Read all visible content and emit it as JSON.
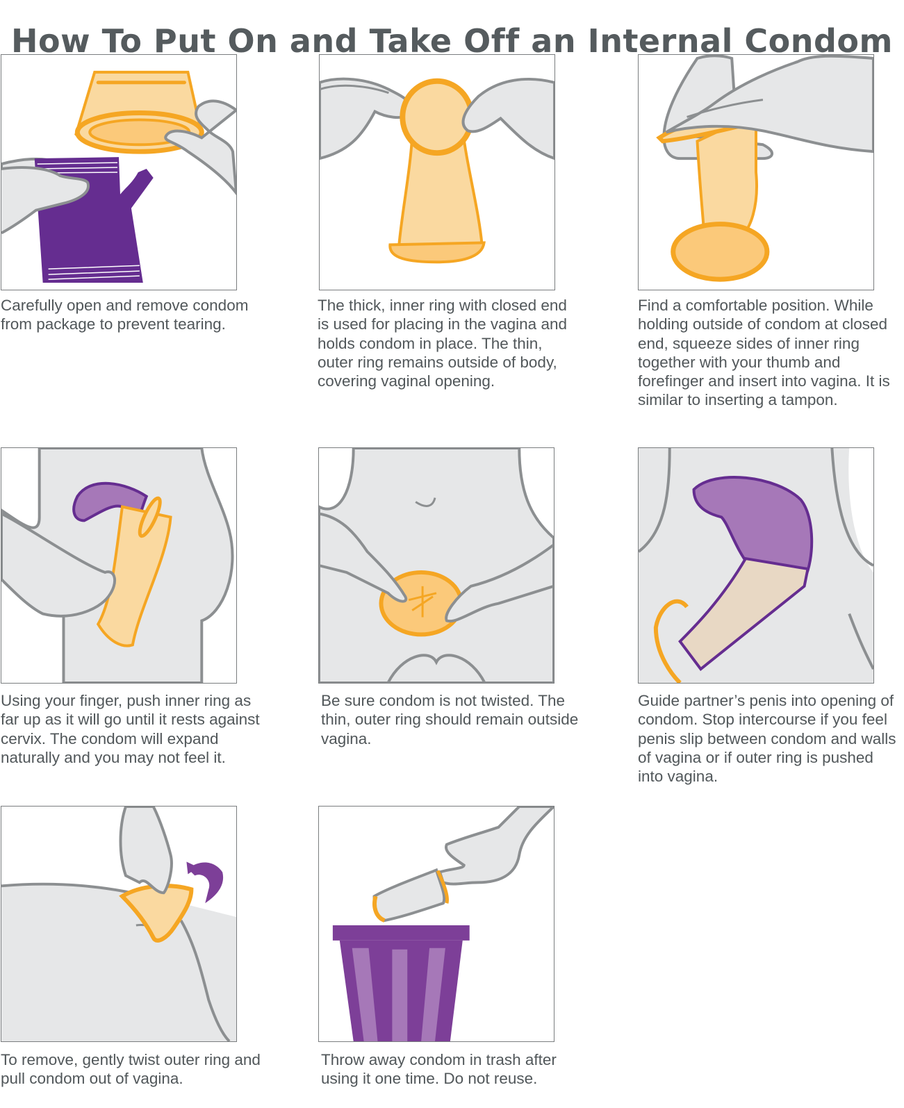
{
  "title": "How To Put On and Take Off an Internal Condom",
  "colors": {
    "title_text": "#555b5e",
    "caption_text": "#51575a",
    "panel_border": "#7a7d7f",
    "skin_fill": "#e6e7e8",
    "skin_stroke": "#8c8f91",
    "condom_orange": "#f5a623",
    "condom_fill": "#fad9a0",
    "purple_dark": "#652d90",
    "purple_mid": "#7d3f98",
    "purple_light": "#a678b8"
  },
  "steps": [
    {
      "id": 1,
      "illustration": "open-package-illustration",
      "caption": "Carefully open and remove condom from package to prevent tearing."
    },
    {
      "id": 2,
      "illustration": "inner-ring-illustration",
      "caption": "The thick, inner ring with closed end is used for placing in the vagina and holds condom in place. The thin, outer ring remains outside of body, covering vaginal opening."
    },
    {
      "id": 3,
      "illustration": "squeeze-ring-illustration",
      "caption": "Find a comfortable position. While holding outside of condom at closed end, squeeze sides of inner ring together with your thumb and forefinger and insert into vagina. It is similar to inserting a tampon."
    },
    {
      "id": 4,
      "illustration": "push-inner-ring-illustration",
      "caption": "Using your finger, push inner ring as far up as it will go until it rests against cervix. The condom will expand naturally and you may not feel it."
    },
    {
      "id": 5,
      "illustration": "outer-ring-illustration",
      "caption": "Be sure condom is not twisted. The thin, outer ring should remain outside vagina."
    },
    {
      "id": 6,
      "illustration": "guide-partner-illustration",
      "caption": "Guide partner’s penis into opening of condom. Stop intercourse if you feel penis slip between condom and walls of vagina or if outer ring is pushed into vagina."
    },
    {
      "id": 7,
      "illustration": "twist-remove-illustration",
      "caption": "To remove, gently twist outer ring and pull condom out of vagina."
    },
    {
      "id": 8,
      "illustration": "trash-disposal-illustration",
      "caption": "Throw away condom in trash after using it one time. Do not reuse."
    }
  ]
}
